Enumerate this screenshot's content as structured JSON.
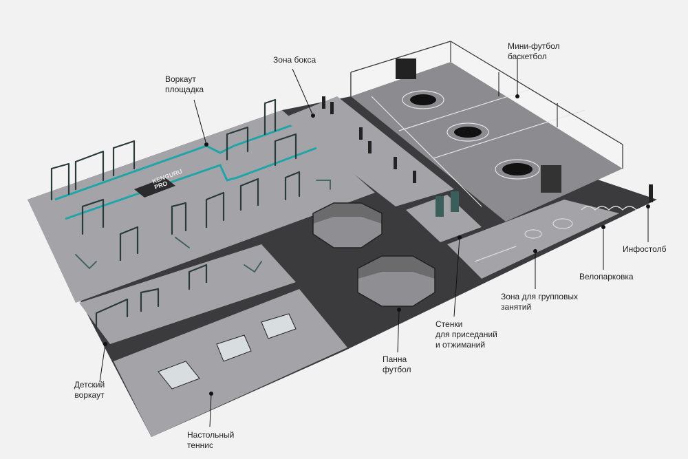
{
  "brand": {
    "logo_text": "KENGURU\nPRO",
    "teal": "#1fa5a8"
  },
  "colors": {
    "background": "#f2f2f2",
    "light_surface": "#a3a3a8",
    "dark_surface": "#3b3b3e",
    "court_surface": "#8b8b90",
    "equipment": "#2a3a38"
  },
  "labels": [
    {
      "id": "workout",
      "text": "Воркаут\nплощадка"
    },
    {
      "id": "boxing",
      "text": "Зона бокса"
    },
    {
      "id": "minifootball",
      "text": "Мини-футбол\nбаскетбол"
    },
    {
      "id": "infopost",
      "text": "Инфостолб"
    },
    {
      "id": "bikepark",
      "text": "Велопарковка"
    },
    {
      "id": "group",
      "text": "Зона  для групповых\nзанятий"
    },
    {
      "id": "walls",
      "text": "Стенки\nдля приседаний\nи отжиманий"
    },
    {
      "id": "panna",
      "text": "Панна\nфутбол"
    },
    {
      "id": "kids",
      "text": "Детский\nворкаут"
    },
    {
      "id": "tennis",
      "text": "Настольный\nтеннис"
    }
  ]
}
